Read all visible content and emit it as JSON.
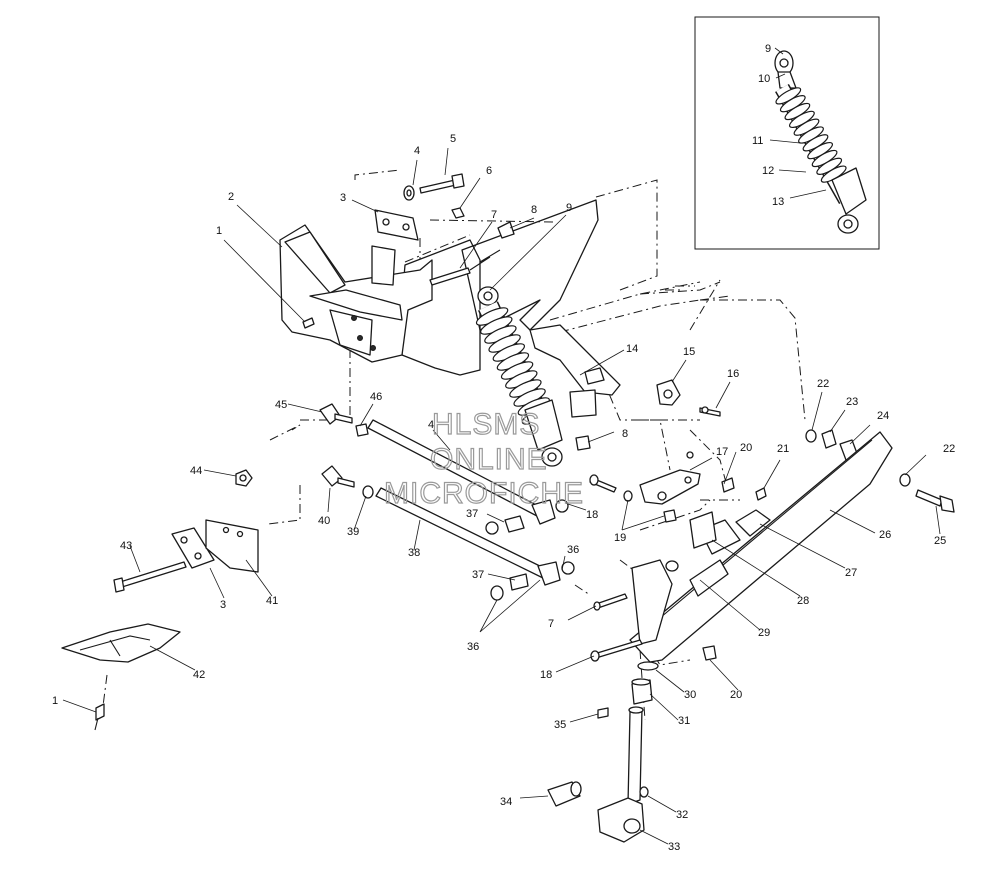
{
  "diagram": {
    "watermark_lines": [
      "HLSMS",
      "ONLINE",
      "MICROFICHE"
    ],
    "callouts": [
      {
        "id": "c-9a",
        "label": "9"
      },
      {
        "id": "c-10",
        "label": "10"
      },
      {
        "id": "c-11",
        "label": "11"
      },
      {
        "id": "c-12",
        "label": "12"
      },
      {
        "id": "c-13",
        "label": "13"
      },
      {
        "id": "c-5",
        "label": "5"
      },
      {
        "id": "c-4a",
        "label": "4"
      },
      {
        "id": "c-6",
        "label": "6"
      },
      {
        "id": "c-3a",
        "label": "3"
      },
      {
        "id": "c-2",
        "label": "2"
      },
      {
        "id": "c-1a",
        "label": "1"
      },
      {
        "id": "c-7a",
        "label": "7"
      },
      {
        "id": "c-8a",
        "label": "8"
      },
      {
        "id": "c-9b",
        "label": "9"
      },
      {
        "id": "c-14",
        "label": "14"
      },
      {
        "id": "c-15",
        "label": "15"
      },
      {
        "id": "c-16",
        "label": "16"
      },
      {
        "id": "c-22a",
        "label": "22"
      },
      {
        "id": "c-23",
        "label": "23"
      },
      {
        "id": "c-24",
        "label": "24"
      },
      {
        "id": "c-22b",
        "label": "22"
      },
      {
        "id": "c-21",
        "label": "21"
      },
      {
        "id": "c-45",
        "label": "45"
      },
      {
        "id": "c-46",
        "label": "46"
      },
      {
        "id": "c-4b",
        "label": "4"
      },
      {
        "id": "c-8b",
        "label": "8"
      },
      {
        "id": "c-17",
        "label": "17"
      },
      {
        "id": "c-20a",
        "label": "20"
      },
      {
        "id": "c-44",
        "label": "44"
      },
      {
        "id": "c-18a",
        "label": "18"
      },
      {
        "id": "c-37a",
        "label": "37"
      },
      {
        "id": "c-19",
        "label": "19"
      },
      {
        "id": "c-40",
        "label": "40"
      },
      {
        "id": "c-39",
        "label": "39"
      },
      {
        "id": "c-26",
        "label": "26"
      },
      {
        "id": "c-25",
        "label": "25"
      },
      {
        "id": "c-27",
        "label": "27"
      },
      {
        "id": "c-38",
        "label": "38"
      },
      {
        "id": "c-36a",
        "label": "36"
      },
      {
        "id": "c-43",
        "label": "43"
      },
      {
        "id": "c-37b",
        "label": "37"
      },
      {
        "id": "c-3b",
        "label": "3"
      },
      {
        "id": "c-41",
        "label": "41"
      },
      {
        "id": "c-28",
        "label": "28"
      },
      {
        "id": "c-7b",
        "label": "7"
      },
      {
        "id": "c-29",
        "label": "29"
      },
      {
        "id": "c-36b",
        "label": "36"
      },
      {
        "id": "c-42",
        "label": "42"
      },
      {
        "id": "c-18b",
        "label": "18"
      },
      {
        "id": "c-30",
        "label": "30"
      },
      {
        "id": "c-20b",
        "label": "20"
      },
      {
        "id": "c-1b",
        "label": "1"
      },
      {
        "id": "c-35",
        "label": "35"
      },
      {
        "id": "c-31",
        "label": "31"
      },
      {
        "id": "c-34",
        "label": "34"
      },
      {
        "id": "c-32",
        "label": "32"
      },
      {
        "id": "c-33",
        "label": "33"
      }
    ]
  }
}
